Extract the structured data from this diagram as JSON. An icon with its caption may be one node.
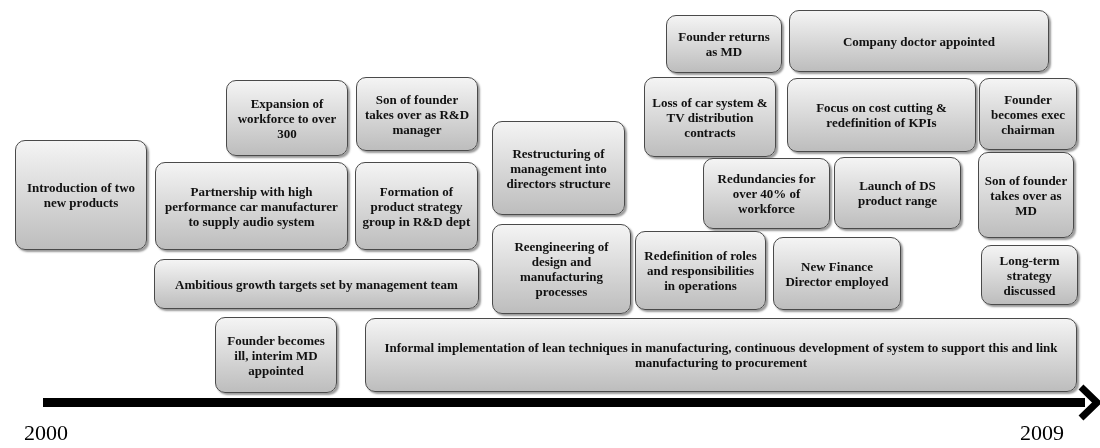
{
  "diagram": {
    "nodes": [
      {
        "text": [
          "Founder returns as MD"
        ]
      },
      {
        "text": [
          "Company doctor appointed"
        ]
      },
      {
        "text": [
          "Expansion of workforce to over 300"
        ]
      },
      {
        "text": [
          "Son of founder takes over as R&D manager"
        ]
      },
      {
        "text": [
          "Loss of car system & TV distribution contracts"
        ]
      },
      {
        "text": [
          "Focus on cost cutting & redefinition of KPIs"
        ]
      },
      {
        "text": [
          "Founder becomes exec chairman"
        ]
      },
      {
        "text": [
          "Restructuring of management into directors structure"
        ]
      },
      {
        "text": [
          "Introduction of two new products"
        ]
      },
      {
        "text": [
          "Partnership with high performance car manufacturer to supply audio system"
        ]
      },
      {
        "text": [
          "Formation of product strategy group in R&D dept"
        ]
      },
      {
        "text": [
          "Redundancies for over 40% of workforce"
        ]
      },
      {
        "text": [
          "Launch of DS product range"
        ]
      },
      {
        "text": [
          "Son of founder takes over as MD"
        ]
      },
      {
        "text": [
          "Reengineering of design and manufacturing processes"
        ]
      },
      {
        "text": [
          "Redefinition of roles and responsibilities in operations"
        ]
      },
      {
        "text": [
          "New Finance Director employed"
        ]
      },
      {
        "text": [
          "Ambitious growth targets set by management team"
        ]
      },
      {
        "text": [
          "Long-term strategy discussed"
        ]
      },
      {
        "text": [
          "Founder becomes ill, interim MD appointed"
        ]
      },
      {
        "text": [
          "Informal implementation of lean techniques in manufacturing, continuous development of system to support this and link manufacturing to procurement"
        ]
      }
    ],
    "edges": [],
    "labels": [
      "2000",
      "2009"
    ]
  }
}
